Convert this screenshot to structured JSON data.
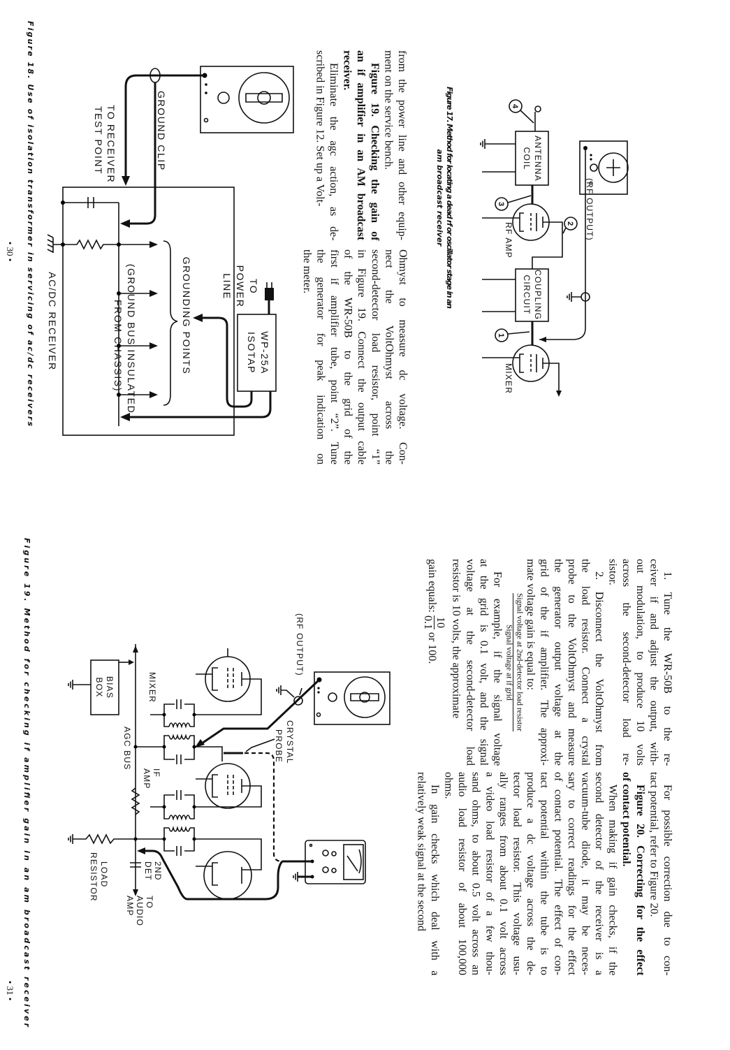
{
  "page30": {
    "figure17": {
      "antenna_coil": [
        "ANTENNA",
        "COIL"
      ],
      "coupling_circuit": [
        "COUPLING",
        "CIRCUIT"
      ],
      "rf_amp": "RF AMP",
      "mixer": "MIXER",
      "rf_output": "(RF OUTPUT)",
      "points": [
        "1",
        "2",
        "3",
        "4"
      ],
      "caption": [
        "Figure 17. Method for locating a dead rf or oscillator stage in an",
        "am broadcast receiver"
      ]
    },
    "text_left": [
      [
        "from the power line and other equip-",
        "ment on the service bench."
      ],
      [
        "Figure 19. Checking the gain of",
        "an if amplifier in an AM broadcast",
        "receiver."
      ],
      [
        "Eliminate the agc action, as de-",
        "scribed in Figure 12. Set up a Volt-"
      ]
    ],
    "text_right": [
      [
        "Ohmyst to measure dc voltage. Con-",
        "nect the VoltOhmyst across the",
        "second-detector load resistor, point “1”",
        "in Figure 19. Connect the output cable",
        "of the WR-50B to the grid of the",
        "first if amplifier tube, point “2”. Tune",
        "the generator for peak indication on",
        "the meter."
      ]
    ],
    "figure18": {
      "ground_clip": "GROUND CLIP",
      "to_receiver": [
        "TO RECEIVER",
        "TEST POINT"
      ],
      "grounding_points": "GROUNDING POINTS",
      "ground_bus": [
        "(GROUND BUS INSULATED",
        "FROM CHASSIS)"
      ],
      "acdc_receiver": "AC/DC RECEIVER",
      "isotap": [
        "WP-25A",
        "ISOTAP"
      ],
      "power_line": [
        "TO",
        "POWER",
        "LINE"
      ],
      "caption": "Figure 18. Use of isolation transformer in servicing of ac/dc receivers"
    },
    "page_number": "• 30 •"
  },
  "page31": {
    "text_left_a": [
      [
        "1. Tune the WR-50B to the re-",
        "ceiver if and adjust the output, with-",
        "out modulation, to produce 10 volts",
        "across the second-detector load re-",
        "sistor."
      ],
      [
        "2. Disconnect the VoltOhmyst from",
        "the load resistor. Connect a crystal",
        "probe to the VoltOhmyst and measure",
        "the generator output voltage at the",
        "grid of the if amplifier. The approxi-",
        "mate voltage gain is equal to:"
      ]
    ],
    "fraction": {
      "numerator": "Signal voltage at 2nd-detector load resistor",
      "denominator": "Signal voltage at if grid"
    },
    "text_left_b": [
      [
        "For example, if the signal voltage",
        "at the grid is 0.1 volt, and the signal",
        "voltage at the second-detector load",
        "resistor is 10 volts, the approximate"
      ]
    ],
    "gain_line": {
      "prefix": "gain equals:",
      "numerator": "10",
      "denominator": "0.1",
      "suffix": "or 100."
    },
    "text_right": [
      [
        "For possible correction due to con-",
        "tact potential, refer to Figure 20."
      ],
      [
        "Figure 20. Correcting for the effect",
        "of contact potential."
      ],
      [
        "When making if gain checks, if the",
        "second detector of the receiver is a",
        "vacuum-tube diode, it may be neces-",
        "sary to correct readings for the effect",
        "of contact potential. The effect of con-",
        "tact potential within the tube is to",
        "produce a dc voltage across the de-",
        "tector load resistor. This voltage usu-",
        "ally ranges from about 0.1 volt across",
        "a video load resistor of a few thou-",
        "sand ohms, to about 0.5 volt across an",
        "audio load resistor of about 100,000",
        "ohms."
      ],
      [
        "In gain checks which deal with a",
        "relatively weak signal at the second"
      ]
    ],
    "figure19": {
      "rf_output": "(RF OUTPUT)",
      "crystal_probe": [
        "CRYSTAL",
        "PROBE"
      ],
      "mixer": "MIXER",
      "bias_box": [
        "BIAS",
        "BOX"
      ],
      "agc_bus": "AGC BUS",
      "if_amp": [
        "IF",
        "AMP"
      ],
      "second_det": [
        "2ND",
        "DET"
      ],
      "load_resistor": [
        "LOAD",
        "RESISTOR"
      ],
      "to_audio_amp": [
        "TO",
        "AUDIO",
        "AMP"
      ],
      "caption": "Figure 19. Method for checking if amplifier gain in an am broadcast receiver"
    },
    "page_number": "• 31 •"
  }
}
